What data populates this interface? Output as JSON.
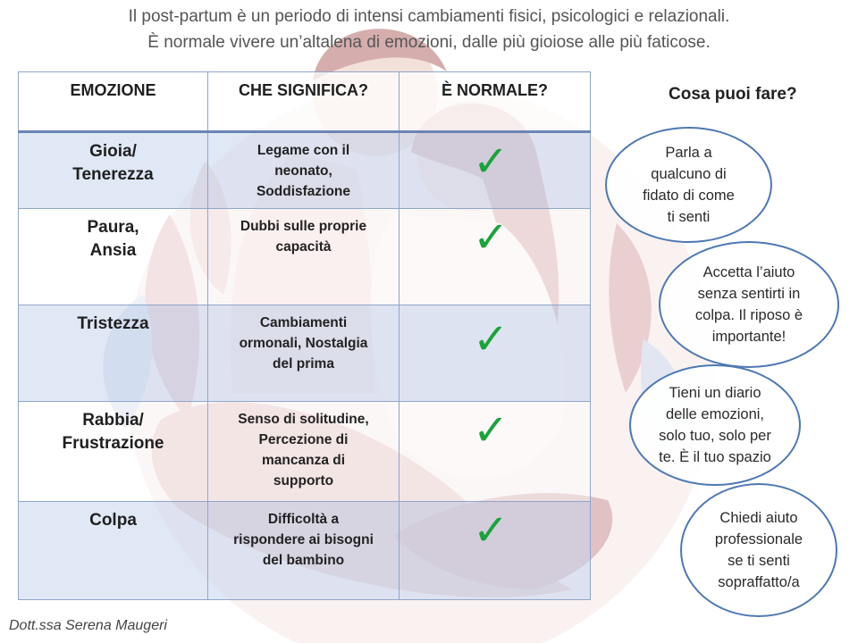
{
  "intro": {
    "line1": "Il post-partum è un periodo di intensi cambiamenti fisici, psicologici e relazionali.",
    "line2": "È normale vivere un’altalena di emozioni, dalle più gioiose alle più faticose."
  },
  "table": {
    "headers": [
      "EMOZIONE",
      "CHE SIGNIFICA?",
      "È NORMALE?"
    ],
    "rows": [
      {
        "emotion": "Gioia/\nTenerezza",
        "meaning": "Legame con il\nneonato,\nSoddisfazione",
        "normal": "✓"
      },
      {
        "emotion": "Paura,\nAnsia",
        "meaning": "Dubbi sulle proprie\ncapacità",
        "normal": "✓"
      },
      {
        "emotion": "Tristezza",
        "meaning": "Cambiamenti\normonali, Nostalgia\ndel prima",
        "normal": "✓"
      },
      {
        "emotion": "Rabbia/\nFrustrazione",
        "meaning": "Senso di solitudine,\nPercezione di\nmancanza di\nsupporto",
        "normal": "✓"
      },
      {
        "emotion": "Colpa",
        "meaning": "Difficoltà a\nrispondere ai bisogni\ndel bambino",
        "normal": "✓"
      }
    ]
  },
  "side": {
    "title": "Cosa puoi fare?",
    "bubbles": [
      "Parla a\nqualcuno di\nfidato di come\nti senti",
      "Accetta l’aiuto\nsenza sentirti in\ncolpa. Il riposo è\nimportante!",
      "Tieni un diario\ndelle emozioni,\nsolo tuo, solo per\nte. È il tuo spazio",
      "Chiedi aiuto\nprofessionale\nse ti senti\nsopraffatto/a"
    ]
  },
  "author": "Dott.ssa Serena Maugeri",
  "colors": {
    "check": "#1aa33a",
    "bubble_border": "#4f78b4",
    "row_shade": "#c6d6ee",
    "art": "#e8c4c4"
  }
}
